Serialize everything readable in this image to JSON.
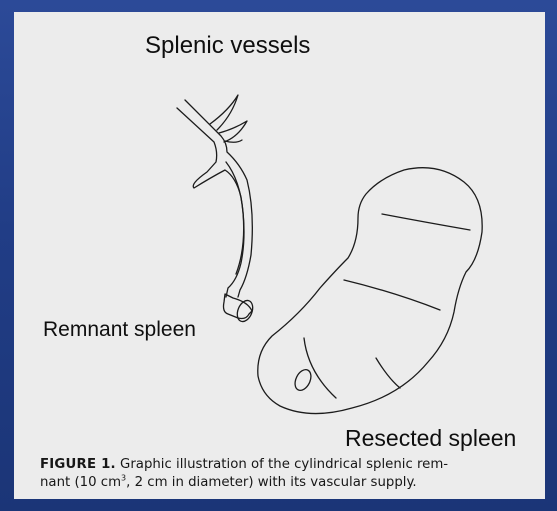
{
  "labels": {
    "splenic_vessels": "Splenic vessels",
    "remnant_spleen": "Remnant spleen",
    "resected_spleen": "Resected spleen"
  },
  "caption": {
    "prefix": "FIGURE 1.",
    "line1": " Graphic illustration of the cylindrical splenic rem-",
    "line2_start": "nant (10 cm",
    "superscript": "3",
    "line2_end": ", 2 cm in diameter) with its vascular supply."
  },
  "colors": {
    "background": "#233f88",
    "panel": "#ececec",
    "ink": "#1c1c1c"
  }
}
